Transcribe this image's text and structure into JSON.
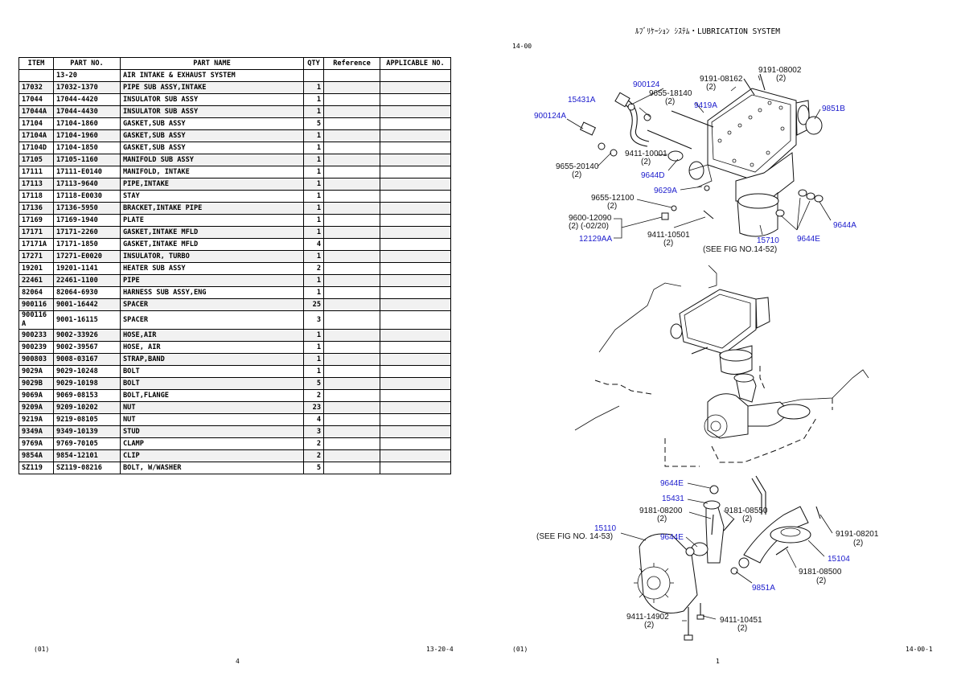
{
  "left_page": {
    "columns": [
      "ITEM",
      "PART NO.",
      "PART NAME",
      "QTY",
      "Reference",
      "APPLICABLE NO."
    ],
    "rows": [
      [
        "",
        "13-20",
        "AIR INTAKE & EXHAUST SYSTEM",
        ""
      ],
      [
        "17032",
        "17032-1370",
        "PIPE SUB ASSY,INTAKE",
        "1"
      ],
      [
        "17044",
        "17044-4420",
        "INSULATOR SUB ASSY",
        "1"
      ],
      [
        "17044A",
        "17044-4430",
        "INSULATOR SUB ASSY",
        "1"
      ],
      [
        "17104",
        "17104-1860",
        "GASKET,SUB ASSY",
        "5"
      ],
      [
        "17104A",
        "17104-1960",
        "GASKET,SUB ASSY",
        "1"
      ],
      [
        "17104D",
        "17104-1850",
        "GASKET,SUB ASSY",
        "1"
      ],
      [
        "17105",
        "17105-1160",
        "MANIFOLD SUB ASSY",
        "1"
      ],
      [
        "17111",
        "17111-E0140",
        "MANIFOLD, INTAKE",
        "1"
      ],
      [
        "17113",
        "17113-9640",
        "PIPE,INTAKE",
        "1"
      ],
      [
        "17118",
        "17118-E0030",
        "STAY",
        "1"
      ],
      [
        "17136",
        "17136-5950",
        "BRACKET,INTAKE PIPE",
        "1"
      ],
      [
        "17169",
        "17169-1940",
        "PLATE",
        "1"
      ],
      [
        "17171",
        "17171-2260",
        "GASKET,INTAKE MFLD",
        "1"
      ],
      [
        "17171A",
        "17171-1850",
        "GASKET,INTAKE MFLD",
        "4"
      ],
      [
        "17271",
        "17271-E0020",
        "INSULATOR, TURBO",
        "1"
      ],
      [
        "19201",
        "19201-1141",
        "HEATER SUB ASSY",
        "2"
      ],
      [
        "22461",
        "22461-1100",
        "PIPE",
        "1"
      ],
      [
        "82064",
        "82064-6930",
        "HARNESS SUB ASSY,ENG",
        "1"
      ],
      [
        "900116",
        "9001-16442",
        "SPACER",
        "25"
      ],
      [
        "900116 A",
        "9001-16115",
        "SPACER",
        "3"
      ],
      [
        "900233",
        "9002-33926",
        "HOSE,AIR",
        "1"
      ],
      [
        "900239",
        "9002-39567",
        "HOSE, AIR",
        "1"
      ],
      [
        "900803",
        "9008-03167",
        "STRAP,BAND",
        "1"
      ],
      [
        "9029A",
        "9029-10248",
        "BOLT",
        "1"
      ],
      [
        "9029B",
        "9029-10198",
        "BOLT",
        "5"
      ],
      [
        "9069A",
        "9069-08153",
        "BOLT,FLANGE",
        "2"
      ],
      [
        "9209A",
        "9209-10202",
        "NUT",
        "23"
      ],
      [
        "9219A",
        "9219-08105",
        "NUT",
        "4"
      ],
      [
        "9349A",
        "9349-10139",
        "STUD",
        "3"
      ],
      [
        "9769A",
        "9769-70105",
        "CLAMP",
        "2"
      ],
      [
        "9854A",
        "9854-12101",
        "CLIP",
        "2"
      ],
      [
        "SZ119",
        "SZ119-08216",
        "BOLT, W/WASHER",
        "5"
      ]
    ],
    "footer_left": "(01)",
    "page_number": "4",
    "footer_right": "13-20-4"
  },
  "right_page": {
    "header_title": "ﾙﾌﾞﾘｹｰｼｮﾝ ｼｽﾃﾑ・LUBRICATION SYSTEM",
    "section": "14-00",
    "footer_left": "(01)",
    "page_number": "1",
    "footer_right": "14-00-1",
    "callouts": {
      "c1": "9191-08002",
      "c1q": "(2)",
      "c2": "9191-08162",
      "c2q": "(2)",
      "c3": "900124",
      "c4": "9655-18140",
      "c4q": "(2)",
      "c5": "15431A",
      "c6": "9419A",
      "c7": "9851B",
      "c8": "900124A",
      "c9": "9411-10001",
      "c9q": "(2)",
      "c10": "9655-20140",
      "c10q": "(2)",
      "c11": "9644D",
      "c12": "9629A",
      "c13": "9655-12100",
      "c13q": "(2)",
      "c14": "9600-12090",
      "c14q": "(2) (-02/20)",
      "c15": "12129AA",
      "c16": "9411-10501",
      "c16q": "(2)",
      "c17": "15710",
      "c17ref": "(SEE FIG NO.14-52)",
      "c18": "9644E",
      "c19": "9644A",
      "d1": "9644E",
      "d2": "15431",
      "d3": "9181-08200",
      "d3q": "(2)",
      "d4": "9181-08550",
      "d4q": "(2)",
      "d5": "15110",
      "d5ref": "(SEE FIG NO. 14-53)",
      "d6": "9644E",
      "d7": "9191-08201",
      "d7q": "(2)",
      "d8": "15104",
      "d9": "9181-08500",
      "d9q": "(2)",
      "d10": "9851A",
      "d11": "9411-14902",
      "d11q": "(2)",
      "d12": "9411-10451",
      "d12q": "(2)"
    }
  },
  "colors": {
    "callout_blue": "#1a1acc",
    "row_alt": "#f1f1f1"
  }
}
